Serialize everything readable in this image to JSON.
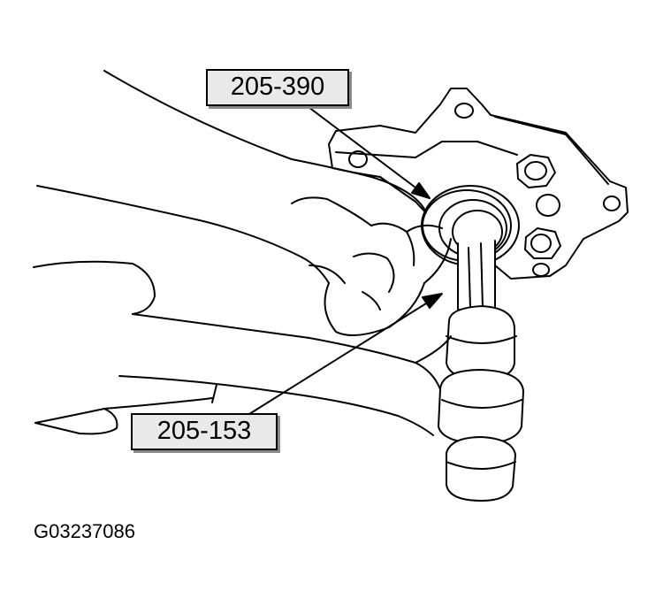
{
  "callouts": {
    "tool_top": "205-390",
    "tool_bottom": "205-153"
  },
  "figure_id": "G03237086",
  "colors": {
    "line": "#000000",
    "callout_fill": "#e9e9e9",
    "callout_shadow": "#8a8a8a",
    "background": "#ffffff"
  }
}
